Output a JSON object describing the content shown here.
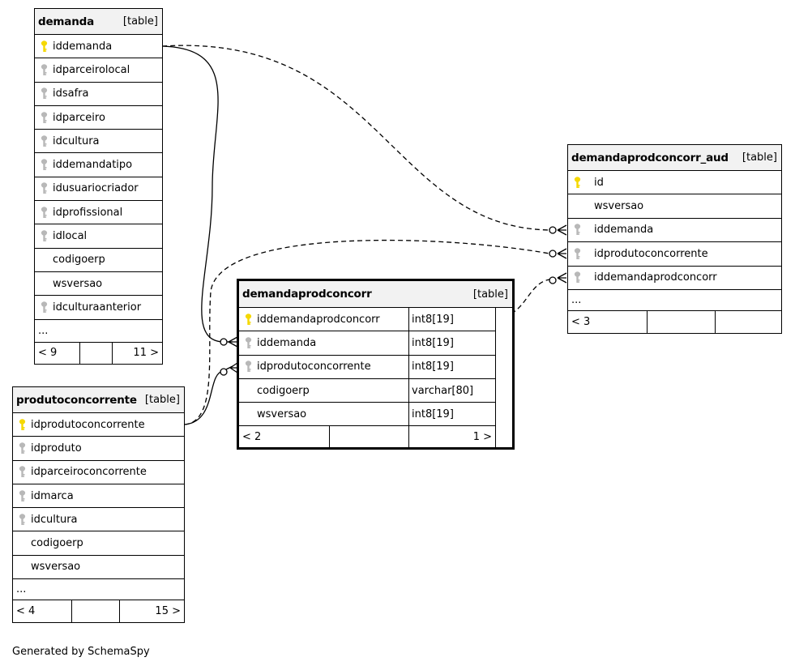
{
  "tables": {
    "demanda": {
      "name": "demanda",
      "type": "[table]",
      "columns": [
        {
          "name": "iddemanda",
          "key": "primary"
        },
        {
          "name": "idparceirolocal",
          "key": "foreign"
        },
        {
          "name": "idsafra",
          "key": "foreign"
        },
        {
          "name": "idparceiro",
          "key": "foreign"
        },
        {
          "name": "idcultura",
          "key": "foreign"
        },
        {
          "name": "iddemandatipo",
          "key": "foreign"
        },
        {
          "name": "idusuariocriador",
          "key": "foreign"
        },
        {
          "name": "idprofissional",
          "key": "foreign"
        },
        {
          "name": "idlocal",
          "key": "foreign"
        },
        {
          "name": "codigoerp",
          "key": "none"
        },
        {
          "name": "wsversao",
          "key": "none"
        },
        {
          "name": "idculturaanterior",
          "key": "foreign"
        }
      ],
      "ellipsis": "...",
      "footer": {
        "left": "< 9",
        "middle": "",
        "right": "11 >"
      }
    },
    "produtoconcorrente": {
      "name": "produtoconcorrente",
      "type": "[table]",
      "columns": [
        {
          "name": "idprodutoconcorrente",
          "key": "primary"
        },
        {
          "name": "idproduto",
          "key": "foreign"
        },
        {
          "name": "idparceiroconcorrente",
          "key": "foreign"
        },
        {
          "name": "idmarca",
          "key": "foreign"
        },
        {
          "name": "idcultura",
          "key": "foreign"
        },
        {
          "name": "codigoerp",
          "key": "none"
        },
        {
          "name": "wsversao",
          "key": "none"
        }
      ],
      "ellipsis": "...",
      "footer": {
        "left": "< 4",
        "middle": "",
        "right": "15 >"
      }
    },
    "demandaprodconcorr": {
      "name": "demandaprodconcorr",
      "type": "[table]",
      "columns": [
        {
          "name": "iddemandaprodconcorr",
          "key": "primary",
          "dtype": "int8[19]"
        },
        {
          "name": "iddemanda",
          "key": "foreign",
          "dtype": "int8[19]"
        },
        {
          "name": "idprodutoconcorrente",
          "key": "foreign",
          "dtype": "int8[19]"
        },
        {
          "name": "codigoerp",
          "key": "none",
          "dtype": "varchar[80]"
        },
        {
          "name": "wsversao",
          "key": "none",
          "dtype": "int8[19]"
        }
      ],
      "footer": {
        "left": "< 2",
        "middle": "",
        "right": "1 >"
      }
    },
    "demandaprodconcorr_aud": {
      "name": "demandaprodconcorr_aud",
      "type": "[table]",
      "columns": [
        {
          "name": "id",
          "key": "primary"
        },
        {
          "name": "wsversao",
          "key": "none"
        },
        {
          "name": "iddemanda",
          "key": "foreign"
        },
        {
          "name": "idprodutoconcorrente",
          "key": "foreign"
        },
        {
          "name": "iddemandaprodconcorr",
          "key": "foreign"
        }
      ],
      "ellipsis": "...",
      "footer": {
        "left": "< 3",
        "middle": "",
        "right": ""
      }
    }
  },
  "colors": {
    "primary_key": "#f5d800",
    "foreign_key": "#b8b8b8",
    "header_bg": "#f2f2f2"
  },
  "footer_note": "Generated by SchemaSpy"
}
